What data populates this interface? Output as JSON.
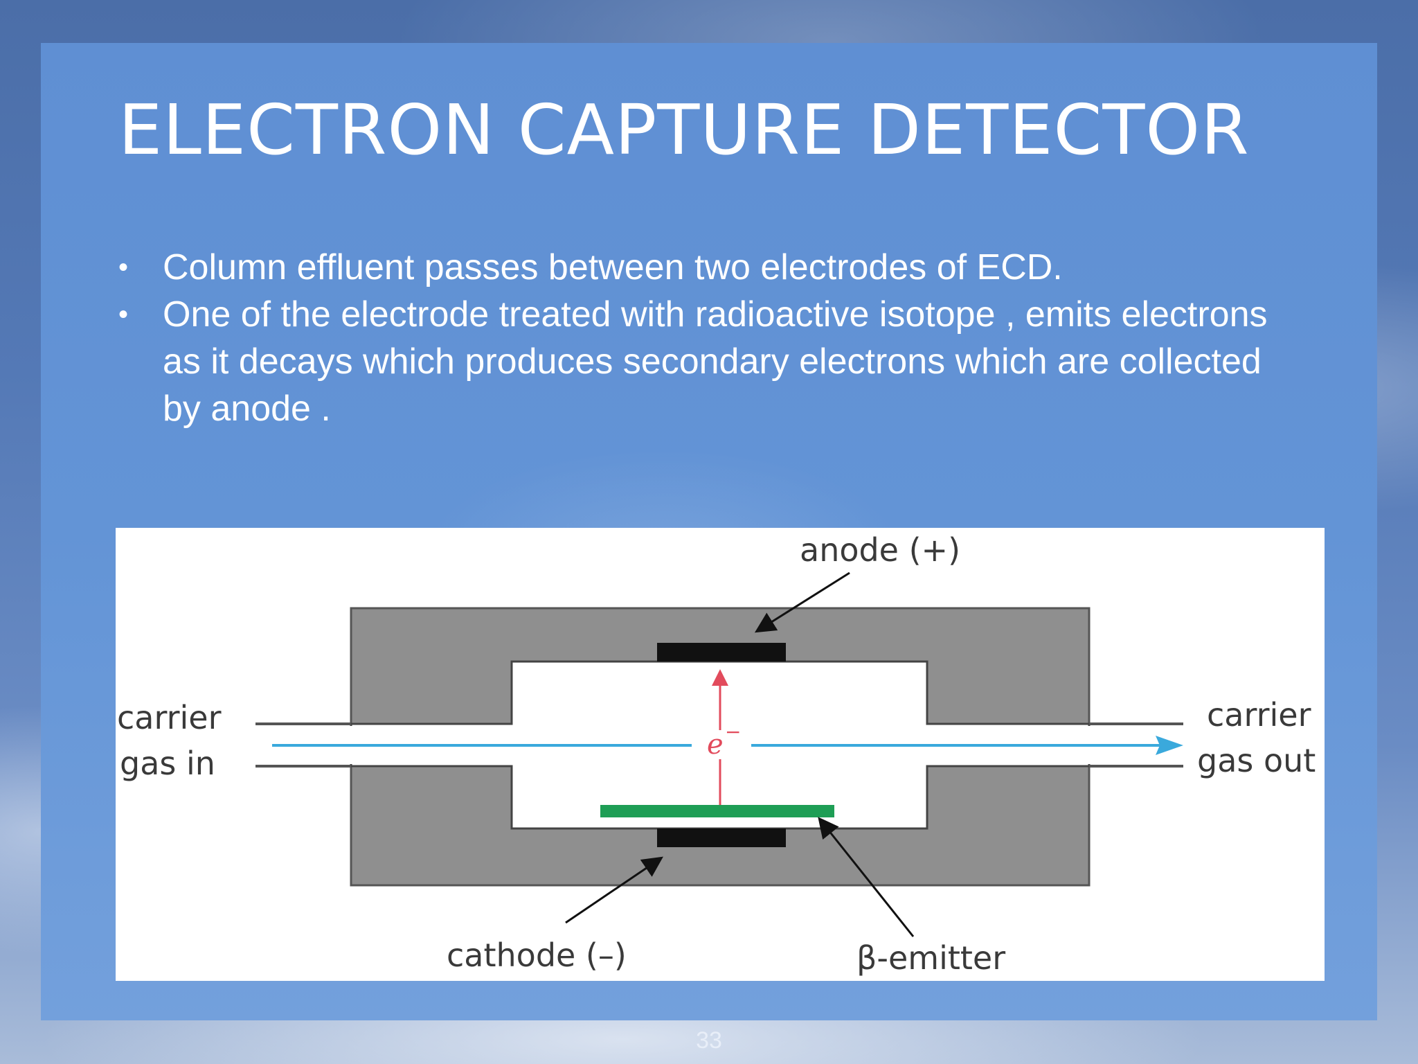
{
  "slide": {
    "title": "ELECTRON CAPTURE DETECTOR",
    "bullet_symbol": "•",
    "bullets": [
      "Column effluent passes between two electrodes of ECD.",
      "One of the electrode treated with radioactive isotope , emits electrons as it decays which produces secondary electrons which are collected by anode ."
    ],
    "page_number": "33"
  },
  "diagram": {
    "labels": {
      "anode": "anode (+)",
      "cathode": "cathode (–)",
      "emitter": "β-emitter",
      "inlet_line1": "carrier",
      "inlet_line2": "gas in",
      "outlet_line1": "carrier",
      "outlet_line2": "gas out",
      "electron_symbol": "e",
      "electron_charge": "−"
    },
    "colors": {
      "body": "#8f8f8f",
      "chamber": "#ffffff",
      "electrode": "#111111",
      "emitter": "#1e9e55",
      "gas_flow": "#3aa9dc",
      "electron_path": "#e24b5c",
      "pointer": "#111111"
    }
  }
}
